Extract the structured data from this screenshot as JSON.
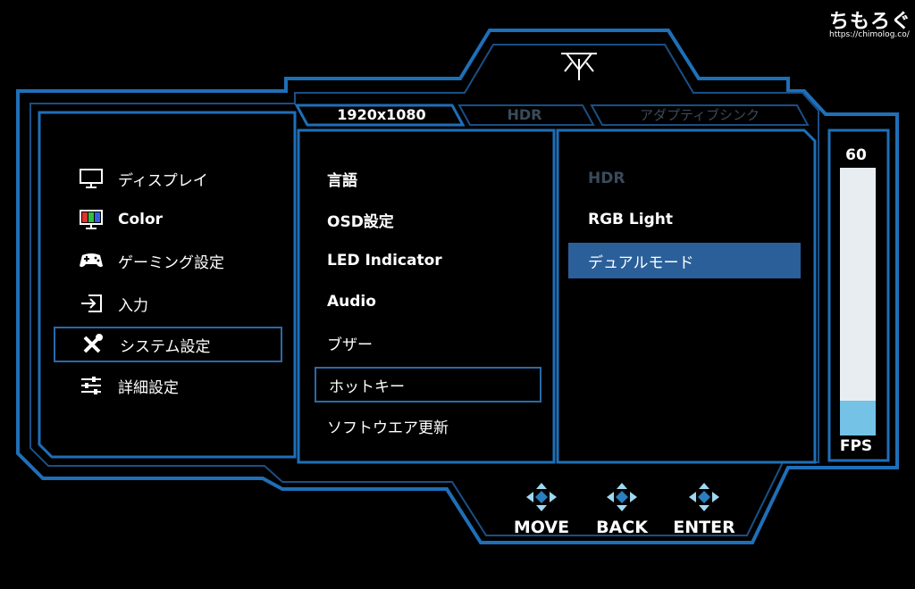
{
  "watermark": {
    "text": "ちもろぐ",
    "url": "https://chimolog.co/"
  },
  "tabs": [
    {
      "label": "1920x1080",
      "state": "active"
    },
    {
      "label": "HDR",
      "state": "disabled"
    },
    {
      "label": "アダプティブシンク",
      "state": "disabled"
    }
  ],
  "left_menu": {
    "items": [
      {
        "label": "ディスプレイ",
        "icon": "monitor-icon"
      },
      {
        "label": "Color",
        "icon": "color-icon"
      },
      {
        "label": "ゲーミング設定",
        "icon": "gamepad-icon"
      },
      {
        "label": "入力",
        "icon": "input-icon"
      },
      {
        "label": "システム設定",
        "icon": "tools-icon",
        "selected": true
      },
      {
        "label": "詳細設定",
        "icon": "sliders-icon"
      }
    ]
  },
  "middle_menu": {
    "items": [
      {
        "label": "言語"
      },
      {
        "label": "OSD設定"
      },
      {
        "label": "LED Indicator"
      },
      {
        "label": "Audio"
      },
      {
        "label": "ブザー"
      },
      {
        "label": "ホットキー",
        "focused": true
      },
      {
        "label": "ソフトウエア更新"
      }
    ]
  },
  "right_menu": {
    "items": [
      {
        "label": "HDR",
        "state": "disabled"
      },
      {
        "label": "RGB Light",
        "state": "active"
      },
      {
        "label": "デュアルモード",
        "state": "highlight"
      }
    ]
  },
  "fps": {
    "value": "60",
    "label": "FPS",
    "level": 0.13
  },
  "nav": [
    {
      "label": "MOVE",
      "icon": "dpad-icon"
    },
    {
      "label": "BACK",
      "icon": "dpad-icon"
    },
    {
      "label": "ENTER",
      "icon": "dpad-icon"
    }
  ],
  "colors": {
    "frame": "#1f6fb8",
    "frame_inner": "#1a4f86",
    "highlight": "#2b5f9a",
    "dpad_light": "#9fd8f0",
    "dpad_dark": "#2a7fc0"
  }
}
